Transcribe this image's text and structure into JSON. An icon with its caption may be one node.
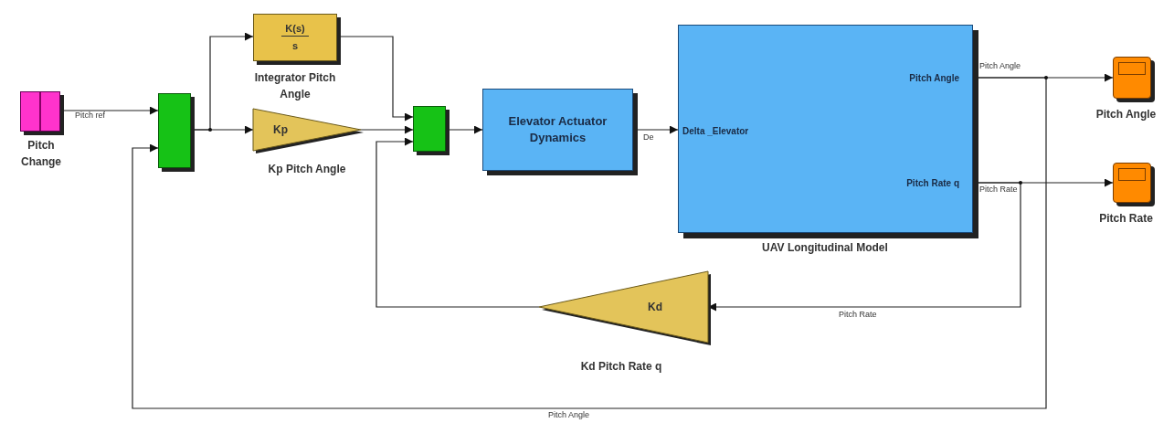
{
  "diagram": {
    "nodes": [
      {
        "text": [],
        "shape": "box",
        "beside": [
          "Pitch Change"
        ]
      },
      {
        "text": [],
        "shape": "box"
      },
      {
        "text": [
          "K(s)",
          "s"
        ],
        "beside": [
          "Integrator Pitch Angle"
        ]
      },
      {
        "text": [
          "Kp"
        ],
        "beside": [
          "Kp Pitch Angle"
        ]
      },
      {
        "text": [],
        "shape": "box"
      },
      {
        "text": [
          "Elevator Actuator Dynamics"
        ]
      },
      {
        "text": [
          "Pitch Angle",
          "Delta _Elevator",
          "Pitch Rate q"
        ],
        "beside": [
          "UAV Longitudinal Model"
        ]
      },
      {
        "text": [],
        "shape": "box",
        "beside": [
          "Pitch Angle"
        ]
      },
      {
        "text": [],
        "shape": "box",
        "beside": [
          "Pitch Rate"
        ]
      },
      {
        "text": [
          "Kd"
        ],
        "beside": [
          "Kd Pitch Rate q"
        ]
      }
    ],
    "edges": [
      {
        "from": 0,
        "to": 1,
        "arrow": "to",
        "label": "Pitch ref"
      },
      {
        "from": 1,
        "to": 2,
        "arrow": "to"
      },
      {
        "from": 1,
        "to": 3,
        "arrow": "to"
      },
      {
        "from": 2,
        "to": 4,
        "arrow": "to"
      },
      {
        "from": 3,
        "to": 4,
        "arrow": "to"
      },
      {
        "from": 9,
        "to": 4,
        "arrow": "to"
      },
      {
        "from": 4,
        "to": 5,
        "arrow": "to"
      },
      {
        "from": 5,
        "to": 6,
        "arrow": "to",
        "label": "De"
      },
      {
        "from": 6,
        "to": 7,
        "arrow": "to",
        "label": "Pitch Angle"
      },
      {
        "from": 6,
        "to": 8,
        "arrow": "to",
        "label": "Pitch Rate"
      },
      {
        "from": 6,
        "to": 9,
        "arrow": "to",
        "label": "Pitch Rate"
      },
      {
        "from": 6,
        "to": 1,
        "arrow": "to",
        "label": "Pitch Angle"
      }
    ]
  }
}
